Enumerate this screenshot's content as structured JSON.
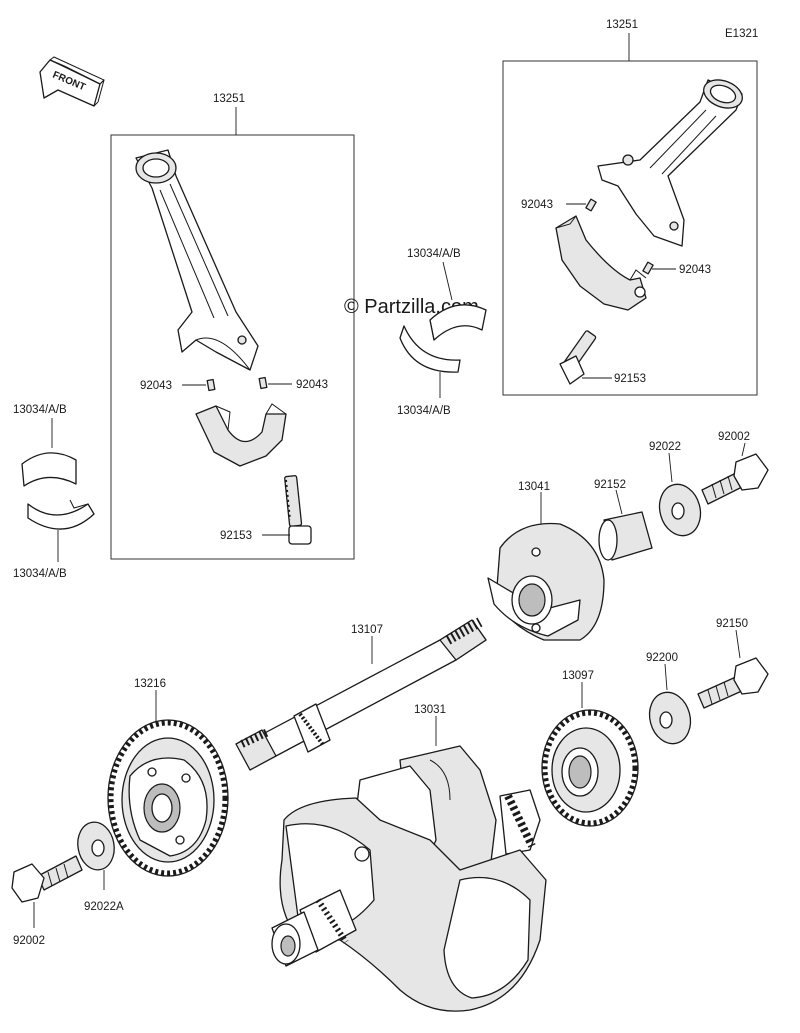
{
  "diagram_code": "E1321",
  "watermark": "© Partzilla.com",
  "front_label": "FRONT",
  "labels": {
    "conrod_left": "13251",
    "conrod_right": "13251",
    "dowel_left_a": "92043",
    "dowel_left_b": "92043",
    "dowel_right_a": "92043",
    "dowel_right_b": "92043",
    "bolt_left": "92153",
    "bolt_right": "92153",
    "bearing_mid_top": "13034/A/B",
    "bearing_mid_bottom": "13034/A/B",
    "bearing_left_top": "13034/A/B",
    "bearing_left_bottom": "13034/A/B",
    "bolt_top_right": "92002",
    "washer_top_right": "92022",
    "collar": "92152",
    "balancer_weight": "13041",
    "balancer_shaft": "13107",
    "bolt_lower_right": "92150",
    "washer_lower_right": "92200",
    "crank_gear": "13097",
    "crankshaft": "13031",
    "balancer_gear": "13216",
    "washer_lower_left": "92022A",
    "bolt_lower_left": "92002"
  }
}
